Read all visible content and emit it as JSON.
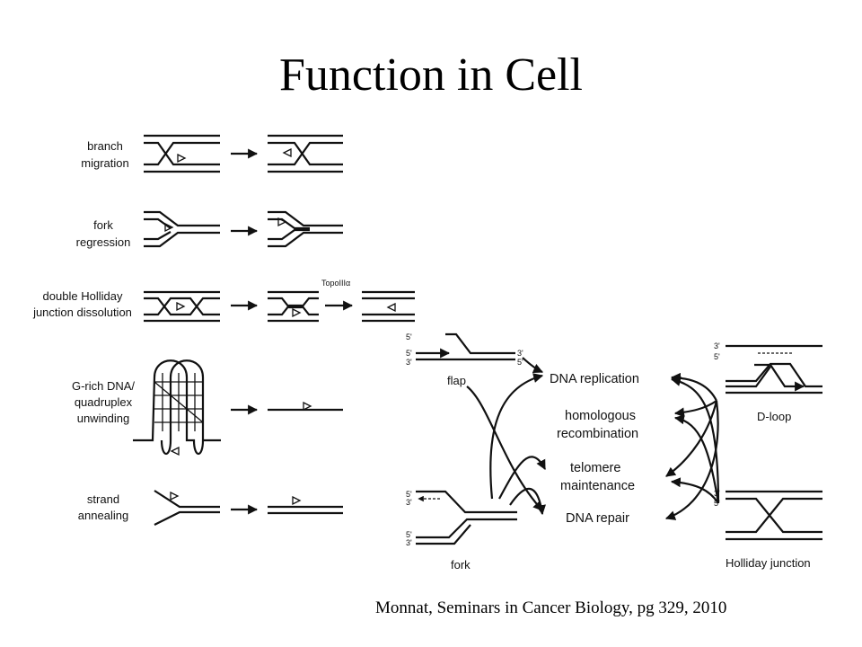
{
  "title": "Function in Cell",
  "citation": "Monnat, Seminars in Cancer Biology, pg 329, 2010",
  "left_panel": {
    "rows": [
      {
        "label_lines": [
          "branch",
          "migration"
        ]
      },
      {
        "label_lines": [
          "fork",
          "regression"
        ]
      },
      {
        "label_lines": [
          "double Holliday",
          "junction dissolution"
        ],
        "enzyme": "TopoIIIα"
      },
      {
        "label_lines": [
          "G-rich DNA/",
          "quadruplex",
          "unwinding"
        ]
      },
      {
        "label_lines": [
          "strand",
          "annealing"
        ]
      }
    ]
  },
  "right_panel": {
    "substrates": {
      "flap": "flap",
      "fork": "fork",
      "d_loop": "D-loop",
      "holliday": "Holliday junction"
    },
    "functions": [
      {
        "lines": [
          "DNA replication"
        ]
      },
      {
        "lines": [
          "homologous",
          "recombination"
        ]
      },
      {
        "lines": [
          "telomere",
          "maintenance"
        ]
      },
      {
        "lines": [
          "DNA repair"
        ]
      }
    ],
    "strand_ends": {
      "five": "5'",
      "three": "3'"
    }
  }
}
